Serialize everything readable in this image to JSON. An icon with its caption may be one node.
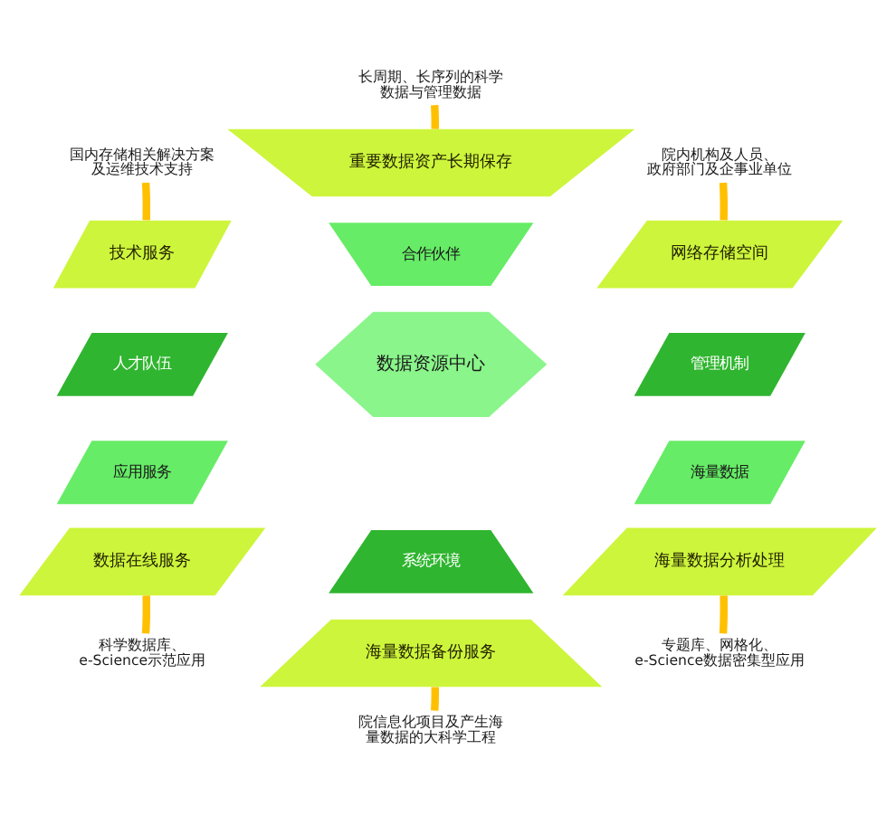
{
  "diagram": {
    "nodes": [
      {
        "text": [
          "长周期、长序列的科学数据与管理数据"
        ]
      },
      {
        "text": [
          "国内存储相关解决方案及运维技术支持"
        ]
      },
      {
        "text": [
          "重要数据资产长期保存"
        ]
      },
      {
        "text": [
          "院内机构及人员、政府部门及企事业单位"
        ]
      },
      {
        "text": [
          "技术服务"
        ]
      },
      {
        "text": [
          "合作伙伴"
        ]
      },
      {
        "text": [
          "网络存储空间"
        ]
      },
      {
        "text": [
          "人才队伍"
        ]
      },
      {
        "text": [
          "管理机制"
        ]
      },
      {
        "text": [
          "数据资源中心"
        ]
      },
      {
        "text": [
          "应用服务"
        ]
      },
      {
        "text": [
          "海量数据"
        ]
      },
      {
        "text": [
          "数据在线服务"
        ]
      },
      {
        "text": [
          "系统环境"
        ]
      },
      {
        "text": [
          "海量数据分析处理"
        ]
      },
      {
        "text": [
          "科学数据库、e-Science示范应用"
        ]
      },
      {
        "text": [
          "专题库、网格化、e-Science数据密集型应用"
        ]
      },
      {
        "text": [
          "海量数据备份服务"
        ]
      },
      {
        "text": [
          "院信息化项目及产生海量数据的大科学工程"
        ]
      }
    ],
    "edges": [
      {
        "from": 0,
        "to": 2,
        "arrow": "none",
        "color": "#ffc000"
      },
      {
        "from": 3,
        "to": 6,
        "arrow": "none",
        "color": "#ffc000"
      },
      {
        "from": 16,
        "to": 14,
        "arrow": "none",
        "color": "#ffc000"
      },
      {
        "from": 18,
        "to": 17,
        "arrow": "none",
        "color": "#ffc000"
      },
      {
        "from": 15,
        "to": 12,
        "arrow": "none",
        "color": "#ffc000"
      },
      {
        "from": 1,
        "to": 4,
        "arrow": "none",
        "color": "#ffc000"
      }
    ]
  }
}
